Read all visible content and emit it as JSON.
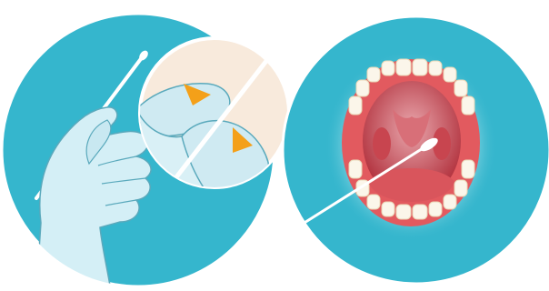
{
  "illustration": {
    "panels": [
      {
        "name": "gloved-hand-holding-swab-panel",
        "icon": "gloved-hand-swab-icon"
      },
      {
        "name": "swab-tip-closeup-inset",
        "icon": "swab-tip-magnifier-icon"
      },
      {
        "name": "open-mouth-swab-panel",
        "icon": "open-mouth-throat-swab-icon"
      }
    ],
    "colors": {
      "panel_blue": "#35b6cd",
      "glove_light": "#d4eff6",
      "glove_outline": "#5aa9bc",
      "inset_bg": "#f8eadc",
      "arrow_orange": "#f4a019",
      "gum_red": "#e25a5f",
      "mouth_dark": "#b02e3a",
      "tooth_white": "#fbf6ea",
      "swab_white": "#ffffff"
    }
  }
}
